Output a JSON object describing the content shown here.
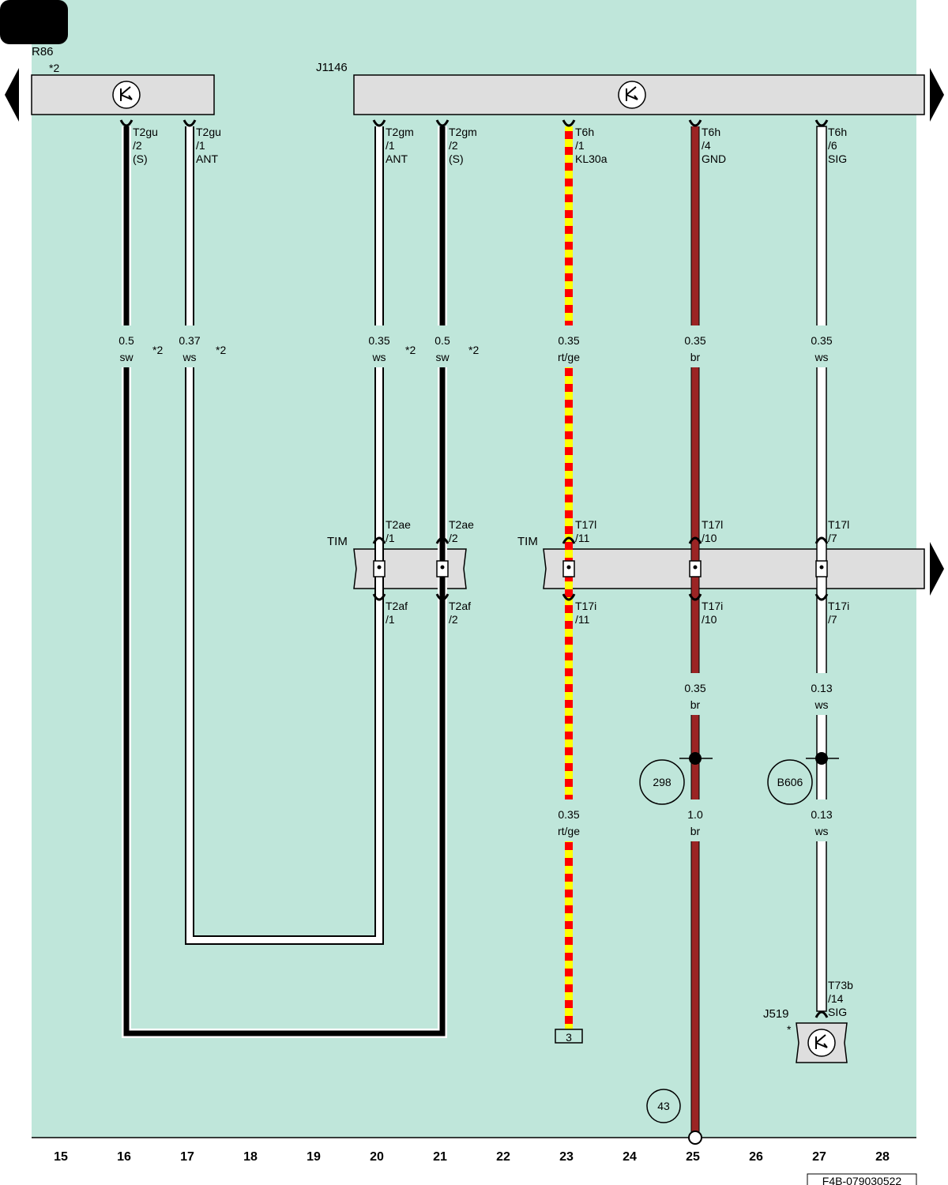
{
  "colors": {
    "background": "#bfe6da",
    "box_fill": "#dedede",
    "brown": "#9b2424",
    "red": "#ff0000",
    "yellow": "#ffff00",
    "black": "#000000",
    "white": "#ffffff"
  },
  "components": {
    "r86": {
      "name": "R86",
      "note": "*2"
    },
    "j1146": {
      "name": "J1146"
    },
    "tim_left": {
      "name": "TIM"
    },
    "tim_right": {
      "name": "TIM"
    },
    "j519": {
      "name": "J519",
      "note": "*"
    }
  },
  "pins": {
    "p16_top": [
      "T2gu",
      "/2",
      "(S)"
    ],
    "p17_top": [
      "T2gu",
      "/1",
      "ANT"
    ],
    "p20_top": [
      "T2gm",
      "/1",
      "ANT"
    ],
    "p21_top": [
      "T2gm",
      "/2",
      "(S)"
    ],
    "p23_top": [
      "T6h",
      "/1",
      "KL30a"
    ],
    "p25_top": [
      "T6h",
      "/4",
      "GND"
    ],
    "p27_top": [
      "T6h",
      "/6",
      "SIG"
    ],
    "p20_tim_in": [
      "T2ae",
      "/1"
    ],
    "p21_tim_in": [
      "T2ae",
      "/2"
    ],
    "p20_tim_out": [
      "T2af",
      "/1"
    ],
    "p21_tim_out": [
      "T2af",
      "/2"
    ],
    "p23_tim_in": [
      "T17l",
      "/11"
    ],
    "p25_tim_in": [
      "T17l",
      "/10"
    ],
    "p27_tim_in": [
      "T17l",
      "/7"
    ],
    "p23_tim_out": [
      "T17i",
      "/11"
    ],
    "p25_tim_out": [
      "T17i",
      "/10"
    ],
    "p27_tim_out": [
      "T17i",
      "/7"
    ],
    "p27_j519": [
      "T73b",
      "/14",
      "SIG"
    ]
  },
  "wires": {
    "w16": [
      "0.5",
      "sw"
    ],
    "w17": [
      "0.37",
      "ws"
    ],
    "w20": [
      "0.35",
      "ws"
    ],
    "w21": [
      "0.5",
      "sw"
    ],
    "w23a": [
      "0.35",
      "rt/ge"
    ],
    "w25a": [
      "0.35",
      "br"
    ],
    "w27a": [
      "0.35",
      "ws"
    ],
    "w25b": [
      "0.35",
      "br"
    ],
    "w27b": [
      "0.13",
      "ws"
    ],
    "w23b": [
      "0.35",
      "rt/ge"
    ],
    "w25c": [
      "1.0",
      "br"
    ],
    "w27c": [
      "0.13",
      "ws"
    ]
  },
  "notes": {
    "n16": "*2",
    "n17": "*2",
    "n20": "*2",
    "n21": "*2"
  },
  "refs": {
    "c298": "298",
    "cB606": "B606",
    "c43": "43",
    "box3": "3"
  },
  "track_numbers": [
    "15",
    "16",
    "17",
    "18",
    "19",
    "20",
    "21",
    "22",
    "23",
    "24",
    "25",
    "26",
    "27",
    "28"
  ],
  "doc_id": "F4B-079030522"
}
